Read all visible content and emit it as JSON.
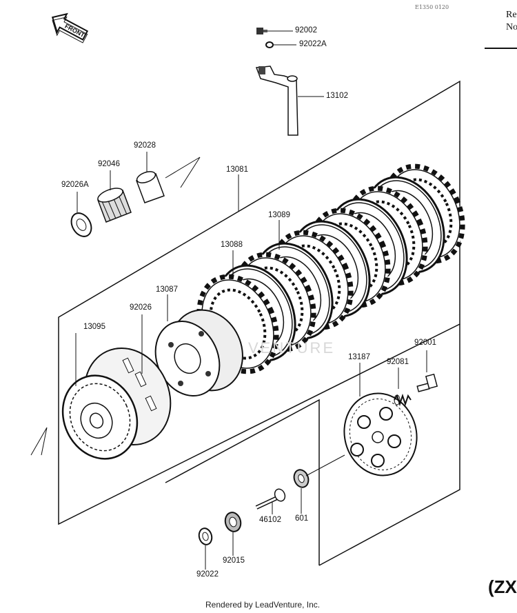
{
  "header": {
    "diagram_code": "E1350 0120",
    "corner_lines": [
      "Re",
      "No"
    ],
    "front_badge": "FRONT"
  },
  "parts": {
    "p92002": "92002",
    "p92022A": "92022A",
    "p13102": "13102",
    "p92028": "92028",
    "p92046": "92046",
    "p92026A": "92026A",
    "p13081": "13081",
    "p13089": "13089",
    "p13088": "13088",
    "p13087": "13087",
    "p92026": "92026",
    "p13095": "13095",
    "p92001": "92001",
    "p92081": "92081",
    "p13187": "13187",
    "p601": "601",
    "p46102": "46102",
    "p92015": "92015",
    "p92022": "92022"
  },
  "watermark": "VENTURE",
  "model_tag": "(ZX",
  "footer": "Rendered by LeadVenture, Inc."
}
